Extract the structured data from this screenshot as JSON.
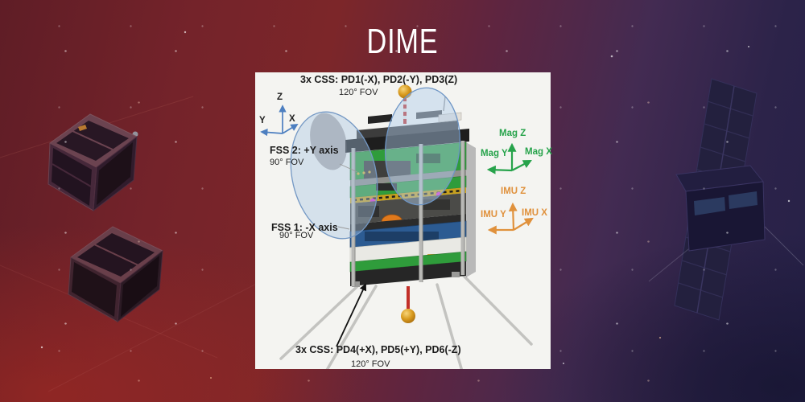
{
  "title": "DIME",
  "panel": {
    "css_top": {
      "label": "3x CSS: PD1(-X), PD2(-Y), PD3(Z)",
      "fov": "120° FOV"
    },
    "css_bottom": {
      "label": "3x CSS: PD4(+X), PD5(+Y), PD6(-Z)",
      "fov": "120° FOV"
    },
    "fss2": {
      "label": "FSS 2: +Y axis",
      "fov": "90° FOV"
    },
    "fss1": {
      "label": "FSS 1: -X axis",
      "fov": "90° FOV"
    },
    "body_axes": {
      "z": "Z",
      "y": "Y",
      "x": "X"
    },
    "mag_axes": {
      "z": "Mag Z",
      "y": "Mag Y",
      "x": "Mag X"
    },
    "imu_axes": {
      "z": "IMU Z",
      "y": "IMU Y",
      "x": "IMU X"
    }
  },
  "colors": {
    "panel_bg": "#f4f4f1",
    "mag_green": "#27a34b",
    "imu_orange": "#e0913c",
    "axis_blue": "#4d7fc0",
    "gold": "#d89a1e",
    "bg_left_red": "#71232a",
    "bg_right_purple": "#282250"
  }
}
